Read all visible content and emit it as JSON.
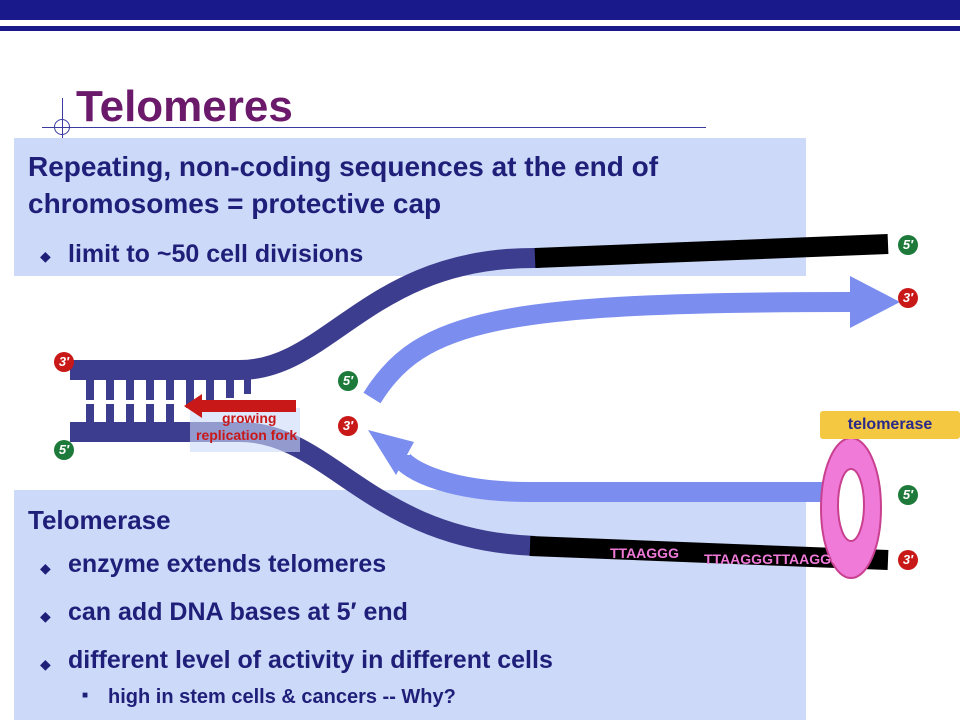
{
  "title": "Telomeres",
  "box1": {
    "heading": "Repeating, non-coding sequences at the end of chromosomes = protective cap",
    "bullet": "limit to ~50 cell divisions"
  },
  "box2": {
    "heading": "Telomerase",
    "bullets": [
      "enzyme extends telomeres",
      "can add DNA bases at 5′ end",
      "different level of activity in different cells"
    ],
    "sub_bullet": "high in stem cells & cancers -- Why?"
  },
  "diagram": {
    "fork_label_1": "growing",
    "fork_label_2": "replication fork",
    "telomerase_label": "telomerase",
    "seq_1": "TTAAGGG",
    "seq_2": "TTAAGGGTTAAGGG",
    "end_labels": {
      "top_right_upper": "5′",
      "top_right_lower": "3′",
      "left_top": "3′",
      "left_bottom": "5′",
      "mid_upper": "5′",
      "mid_lower": "3′",
      "bottom_right_upper": "5′",
      "bottom_right_lower": "3′"
    },
    "colors": {
      "strand": "#3d3d8f",
      "new_strand": "#7b8ef0",
      "telomere": "#000000",
      "telomerase": "#f07ad8",
      "arrow": "#c81818"
    }
  }
}
